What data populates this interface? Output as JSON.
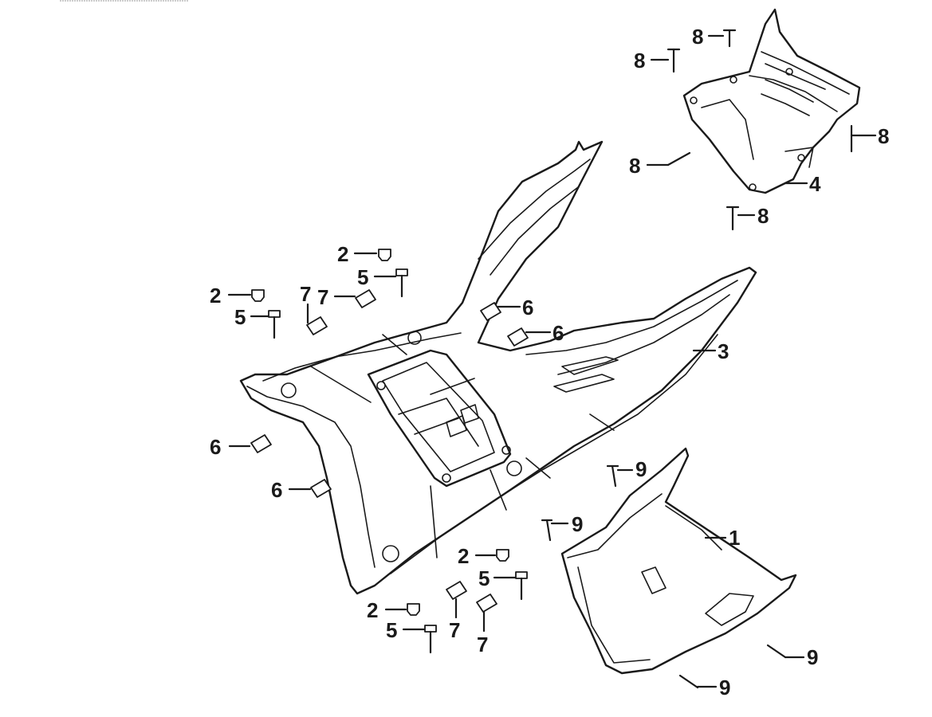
{
  "callouts": {
    "c1": "1",
    "c2a": "2",
    "c2b": "2",
    "c2c": "2",
    "c2d": "2",
    "c3": "3",
    "c4": "4",
    "c5a": "5",
    "c5b": "5",
    "c5c": "5",
    "c5d": "5",
    "c6a": "6",
    "c6b": "6",
    "c6c": "6",
    "c6d": "6",
    "c7a": "7",
    "c7b": "7",
    "c7c": "7",
    "c7d": "7",
    "c8a": "8",
    "c8b": "8",
    "c8c": "8",
    "c8d": "8",
    "c8e": "8",
    "c9a": "9",
    "c9b": "9",
    "c9c": "9",
    "c9d": "9"
  }
}
